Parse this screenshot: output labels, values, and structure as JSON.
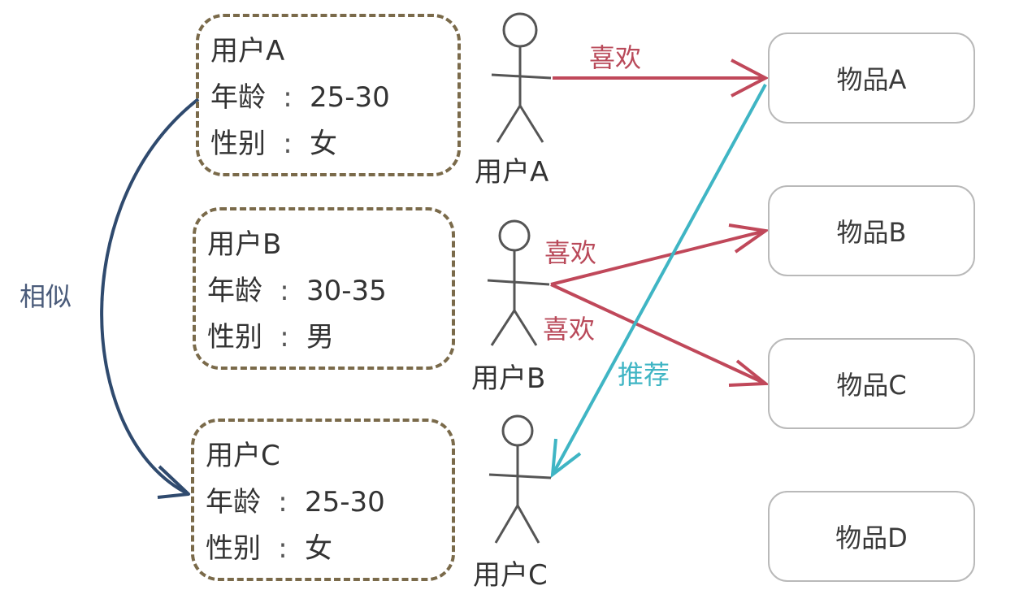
{
  "profiles": [
    {
      "title": "用户A",
      "age_label": "年龄",
      "age_value": "25-30",
      "gender_label": "性别",
      "gender_value": "女"
    },
    {
      "title": "用户B",
      "age_label": "年龄",
      "age_value": "30-35",
      "gender_label": "性别",
      "gender_value": "男"
    },
    {
      "title": "用户C",
      "age_label": "年龄",
      "age_value": "25-30",
      "gender_label": "性别",
      "gender_value": "女"
    }
  ],
  "separator": ":",
  "figures": [
    {
      "label": "用户A"
    },
    {
      "label": "用户B"
    },
    {
      "label": "用户C"
    }
  ],
  "items": [
    {
      "label": "物品A"
    },
    {
      "label": "物品B"
    },
    {
      "label": "物品C"
    },
    {
      "label": "物品D"
    }
  ],
  "edges": {
    "like": "喜欢",
    "recommend": "推荐",
    "similar": "相似"
  },
  "colors": {
    "like": "#c0485a",
    "recommend": "#3fb5c4",
    "similar": "#2f4a6e",
    "dashed_border": "#7a6a4a",
    "item_border": "#b9b9b9"
  }
}
